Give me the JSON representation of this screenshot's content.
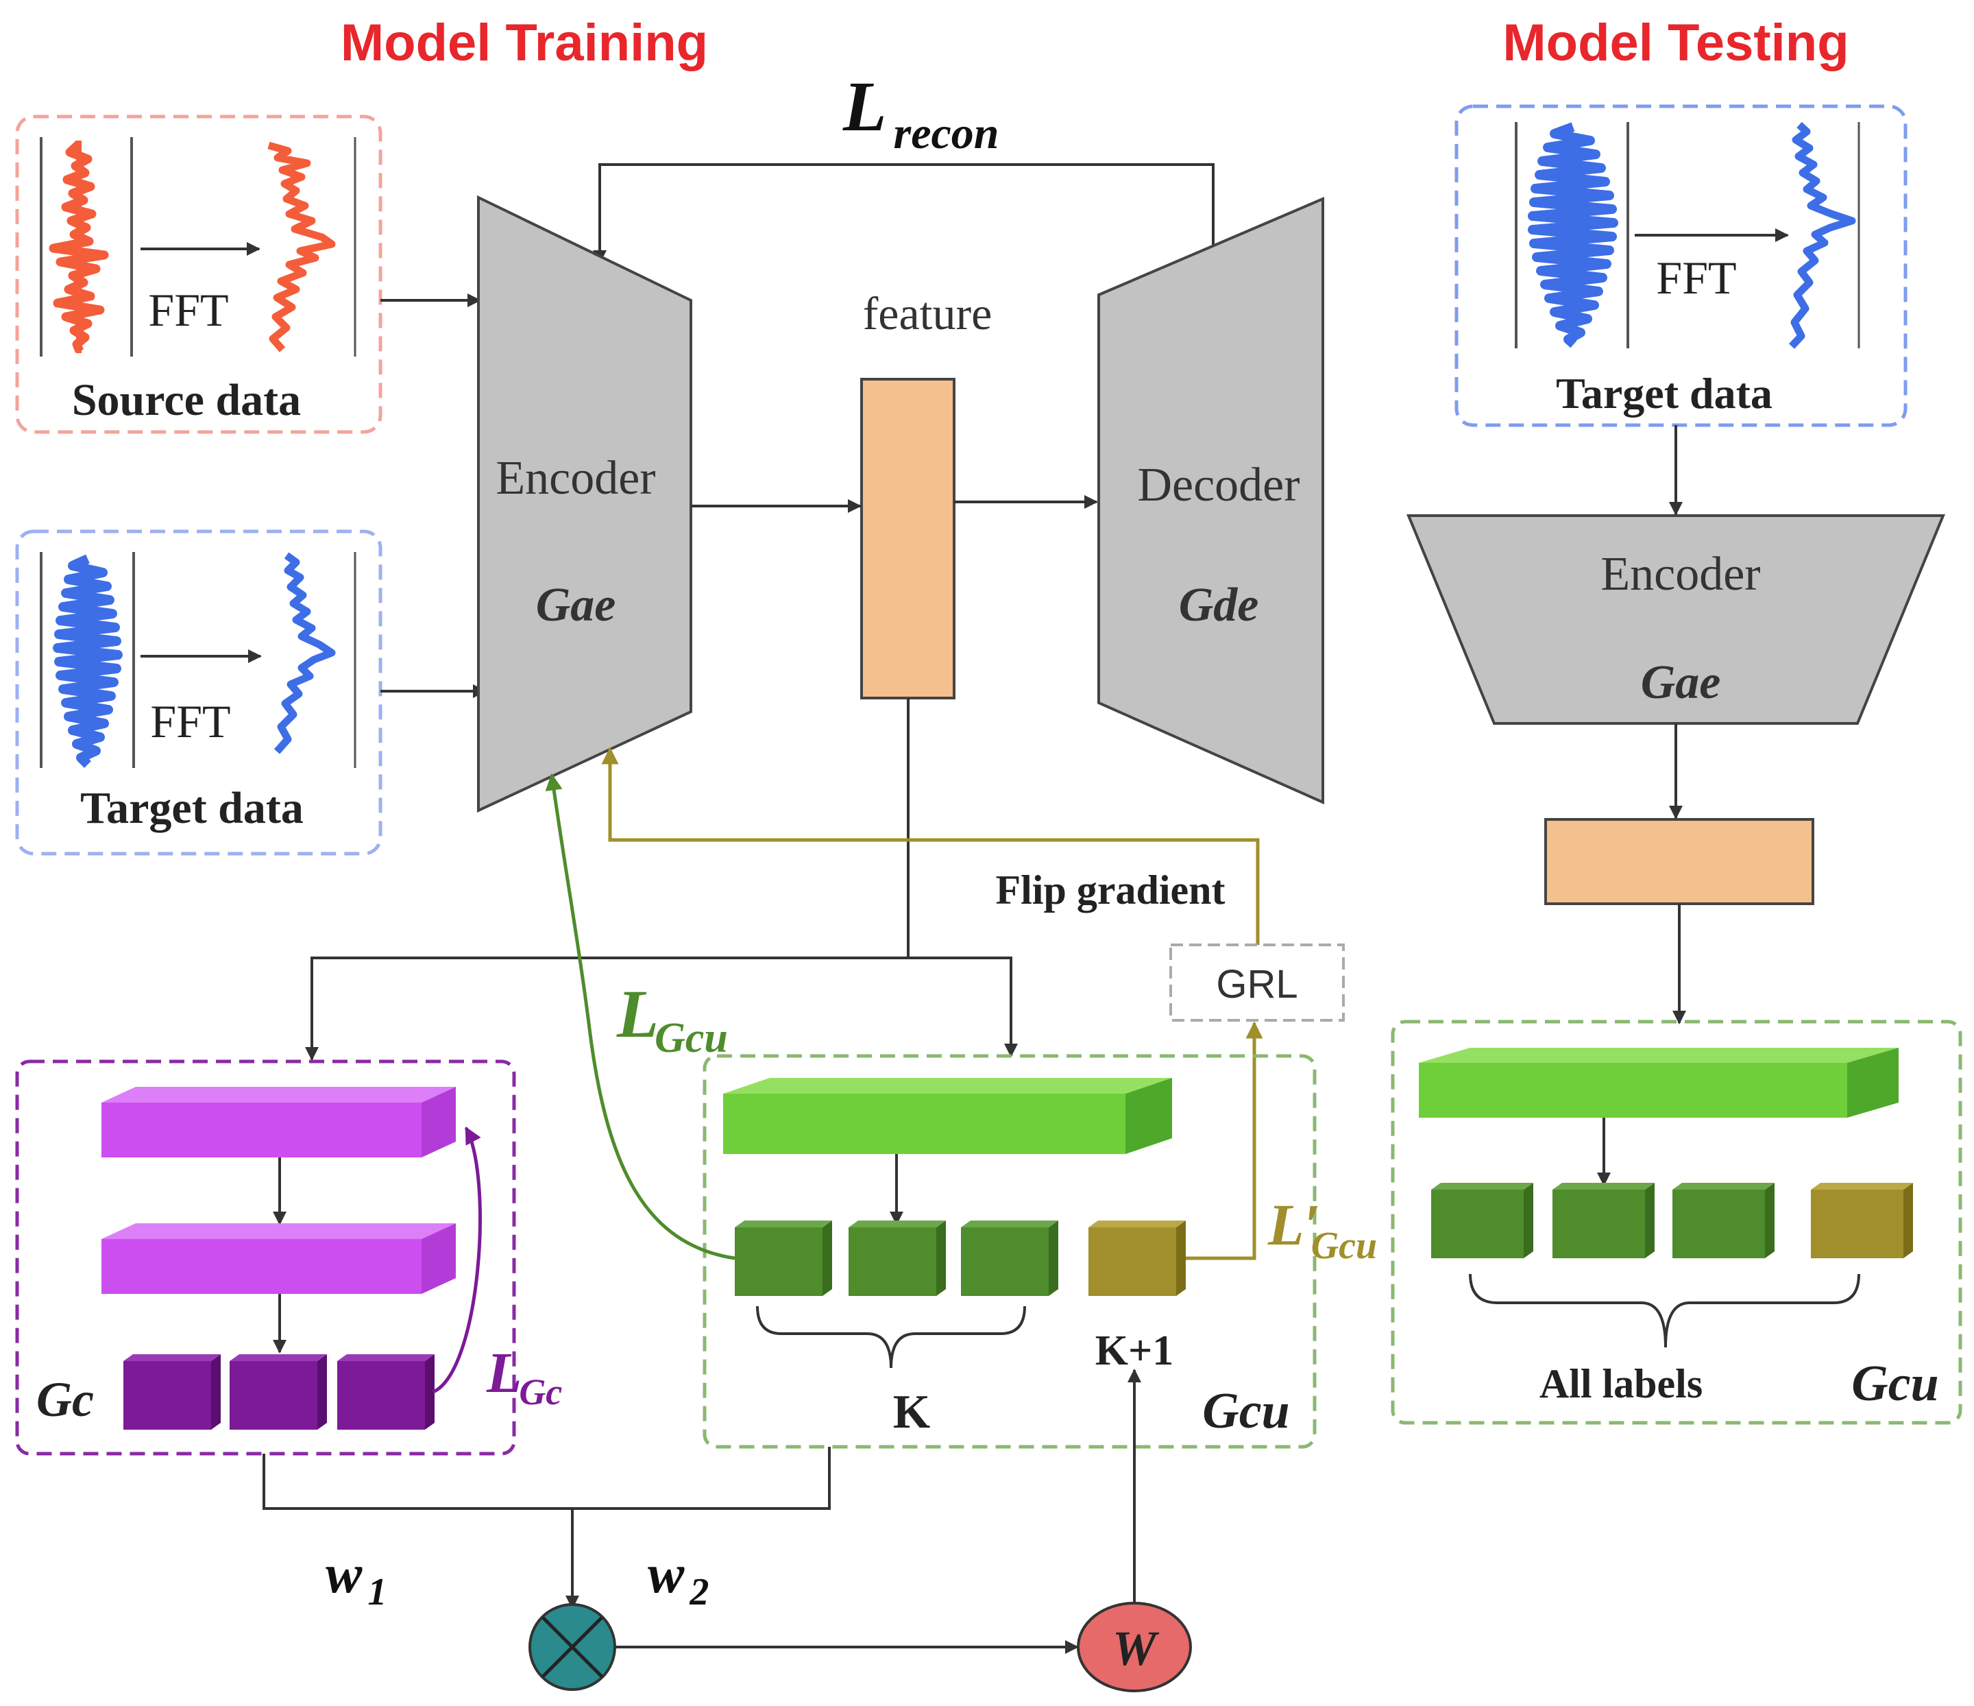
{
  "titles": {
    "training": "Model Training",
    "testing": "Model Testing"
  },
  "losses": {
    "recon_main": "L",
    "recon_sub": "recon",
    "gcu_main": "L",
    "gcu_sub": "Gcu",
    "gcu_prime_main": "L′",
    "gcu_prime_sub": "Gcu",
    "gc_main": "L",
    "gc_sub": "Gc"
  },
  "inputs": {
    "fft": "FFT",
    "source": "Source data",
    "target": "Target data"
  },
  "modules": {
    "encoder": "Encoder",
    "encoder_symbol": "Gae",
    "decoder": "Decoder",
    "decoder_symbol": "Gde",
    "feature": "feature",
    "flip_gradient": "Flip gradient",
    "grl": "GRL",
    "gc": "Gc",
    "gcu": "Gcu",
    "k": "K",
    "k_plus_1": "K+1",
    "all_labels": "All labels"
  },
  "weights": {
    "w1_main": "w",
    "w1_sub": "1",
    "w2_main": "w",
    "w2_sub": "2",
    "w": "W"
  },
  "colors": {
    "red": "#e8262b",
    "source": "#f45d3a",
    "target": "#3d6ee6",
    "gray": "#c2c2c2",
    "feature": "#f4c08d",
    "green_light": "#6fcf3a",
    "green_dark": "#4e8c2c",
    "olive": "#a08f2a",
    "purple": "#cc4ef1",
    "purple_dark": "#7c1a97",
    "teal": "#2a8a8c",
    "salmon": "#e66a6a"
  }
}
